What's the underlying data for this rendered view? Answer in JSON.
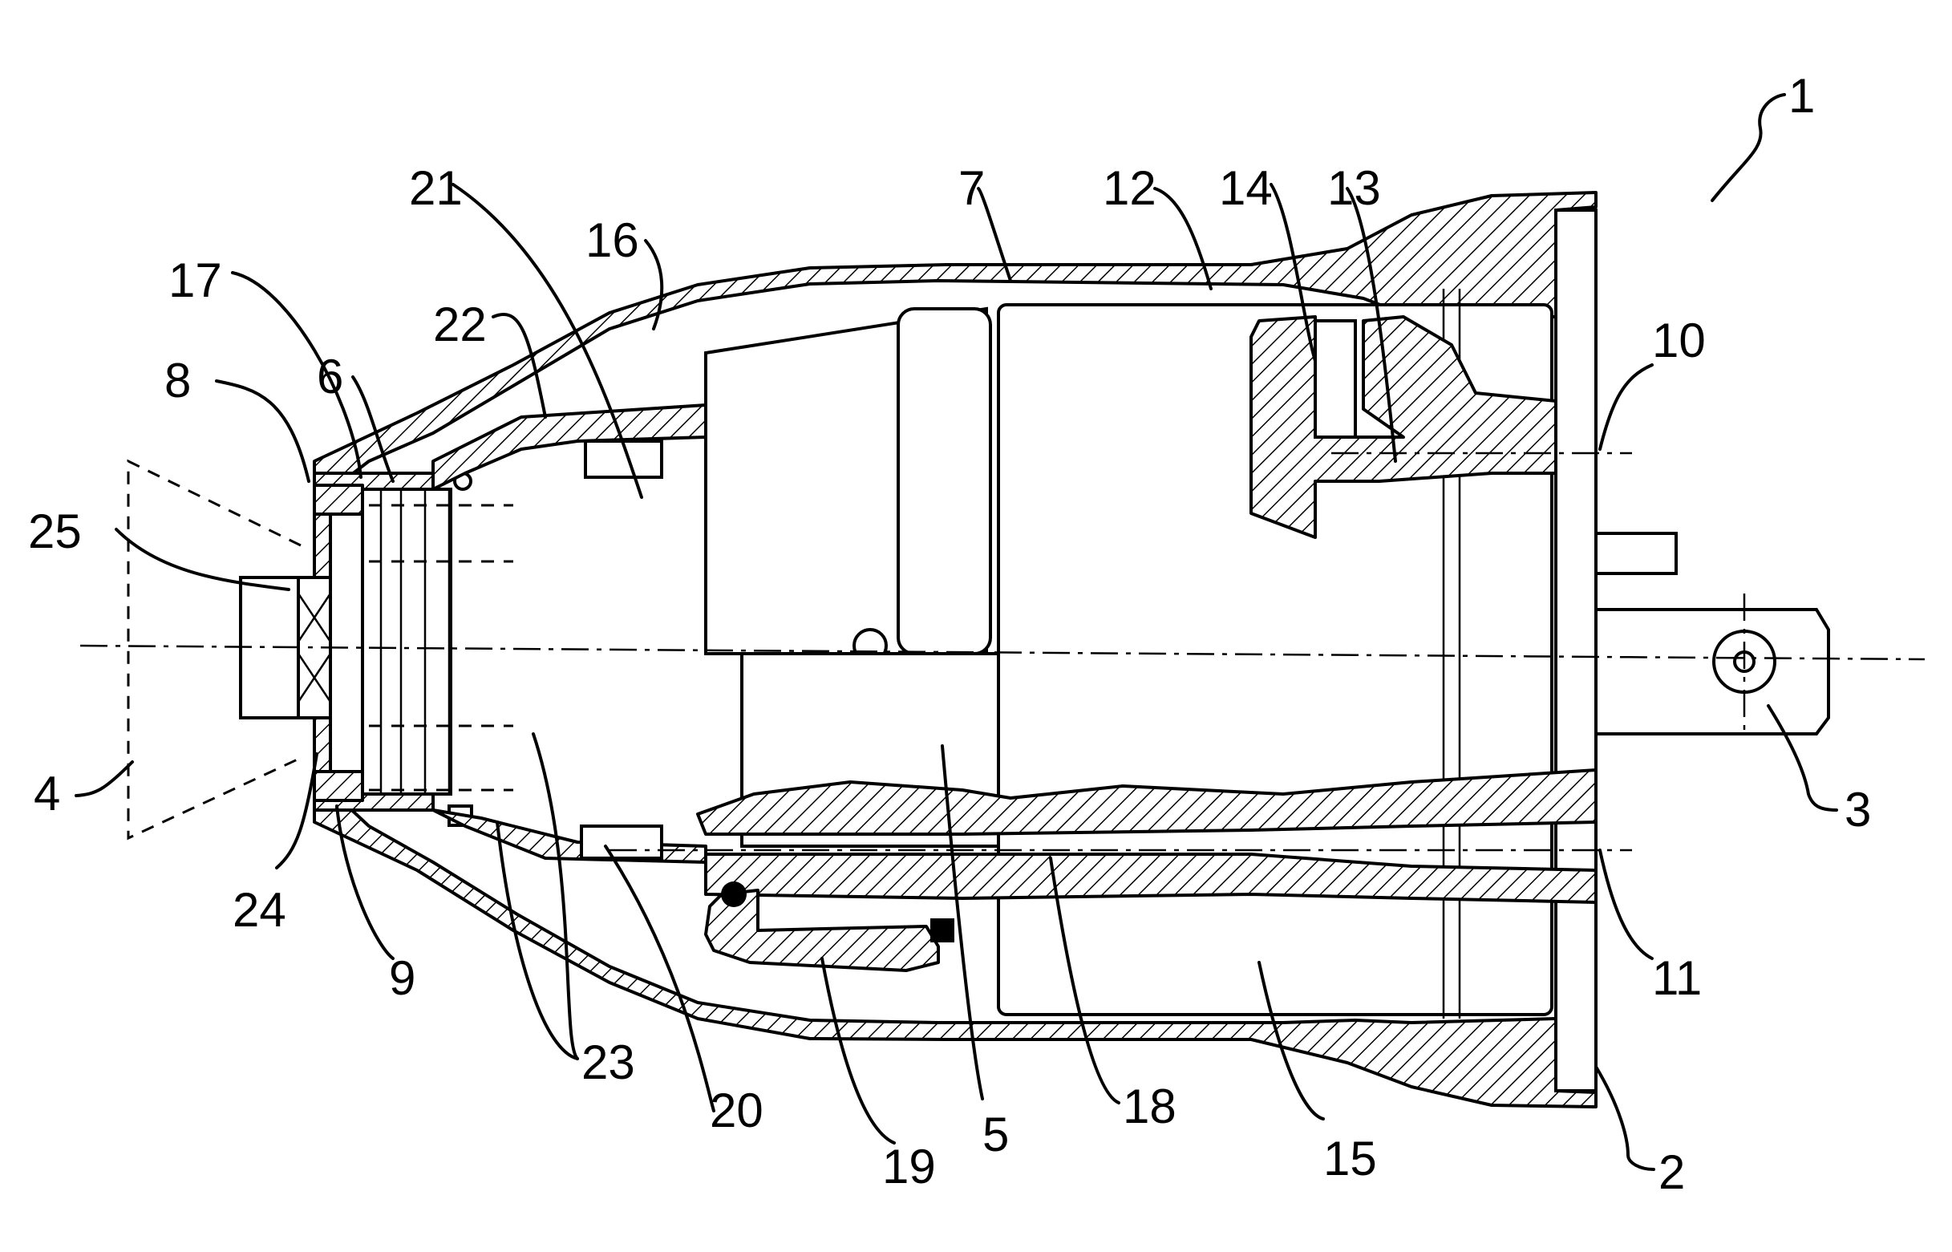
{
  "figure": {
    "labels": [
      {
        "id": "1",
        "text": "1"
      },
      {
        "id": "2",
        "text": "2"
      },
      {
        "id": "3",
        "text": "3"
      },
      {
        "id": "4",
        "text": "4"
      },
      {
        "id": "5",
        "text": "5"
      },
      {
        "id": "6",
        "text": "6"
      },
      {
        "id": "7",
        "text": "7"
      },
      {
        "id": "8",
        "text": "8"
      },
      {
        "id": "9",
        "text": "9"
      },
      {
        "id": "10",
        "text": "10"
      },
      {
        "id": "11",
        "text": "11"
      },
      {
        "id": "12",
        "text": "12"
      },
      {
        "id": "13",
        "text": "13"
      },
      {
        "id": "14",
        "text": "14"
      },
      {
        "id": "15",
        "text": "15"
      },
      {
        "id": "16",
        "text": "16"
      },
      {
        "id": "17",
        "text": "17"
      },
      {
        "id": "18",
        "text": "18"
      },
      {
        "id": "19",
        "text": "19"
      },
      {
        "id": "20",
        "text": "20"
      },
      {
        "id": "21",
        "text": "21"
      },
      {
        "id": "22",
        "text": "22"
      },
      {
        "id": "23",
        "text": "23"
      },
      {
        "id": "24",
        "text": "24"
      },
      {
        "id": "25",
        "text": "25"
      }
    ]
  }
}
